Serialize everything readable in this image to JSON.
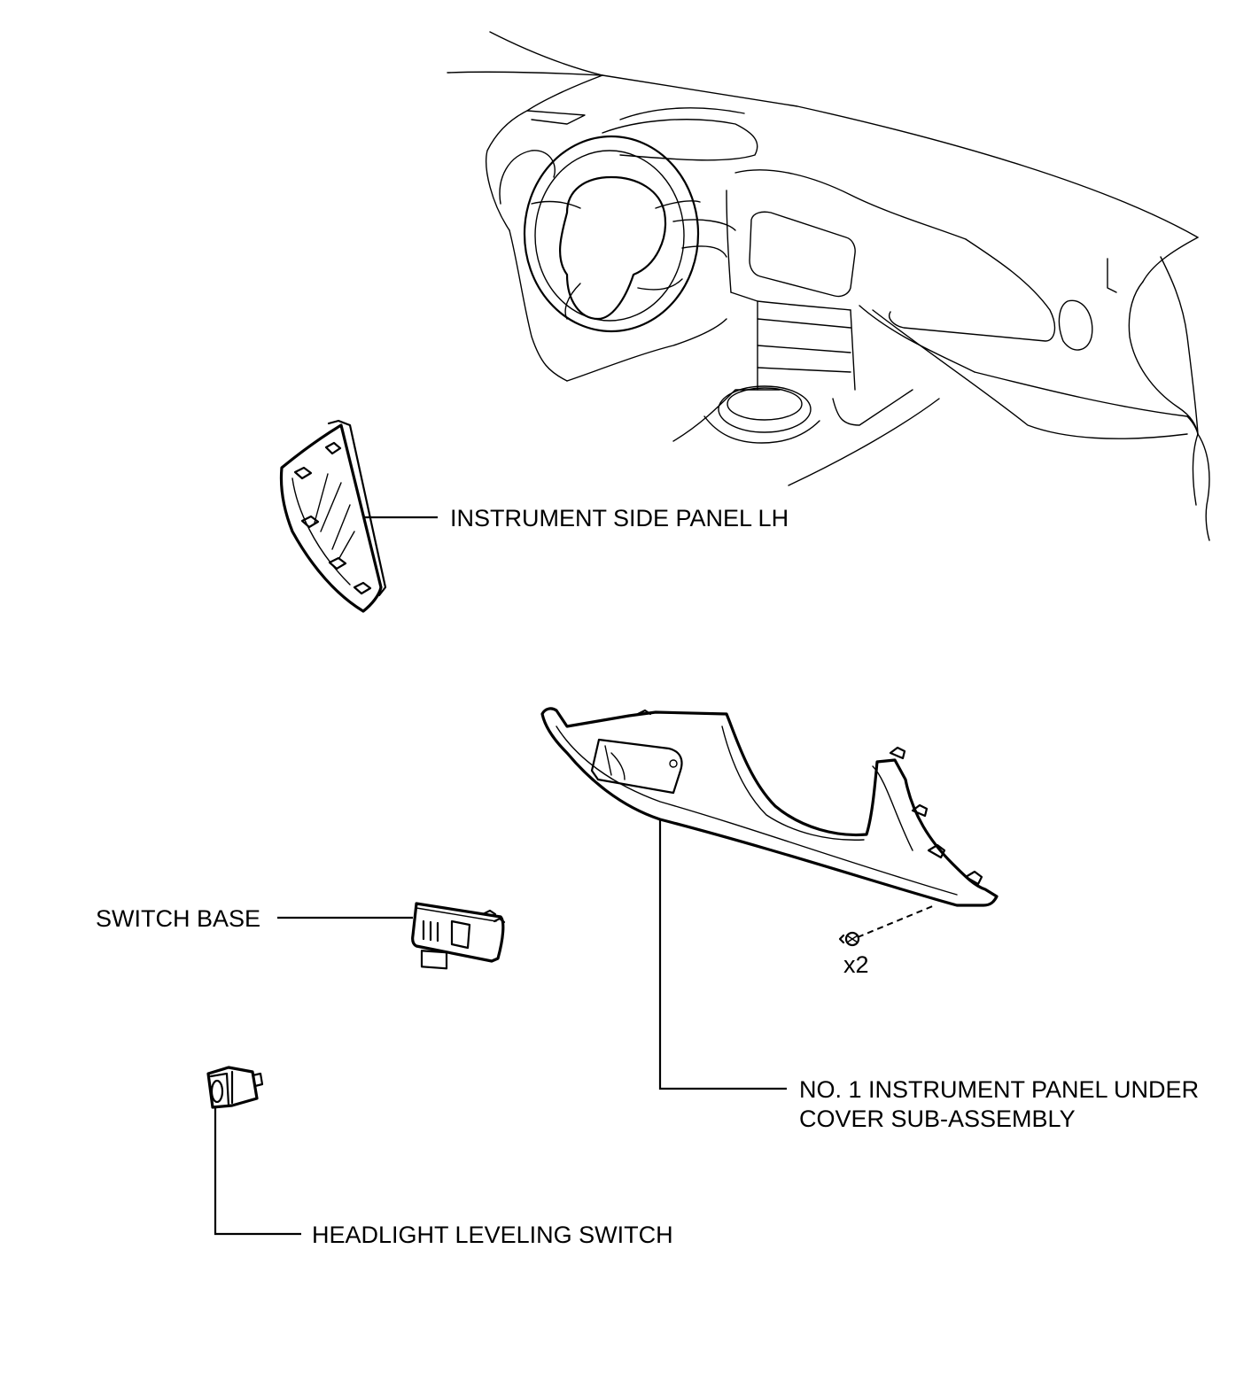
{
  "labels": {
    "side_panel": "INSTRUMENT SIDE PANEL LH",
    "switch_base": "SWITCH BASE",
    "under_cover_line1": "NO. 1 INSTRUMENT PANEL UNDER",
    "under_cover_line2": "COVER SUB-ASSEMBLY",
    "leveling_switch": "HEADLIGHT LEVELING SWITCH",
    "screw_qty": "x2"
  }
}
